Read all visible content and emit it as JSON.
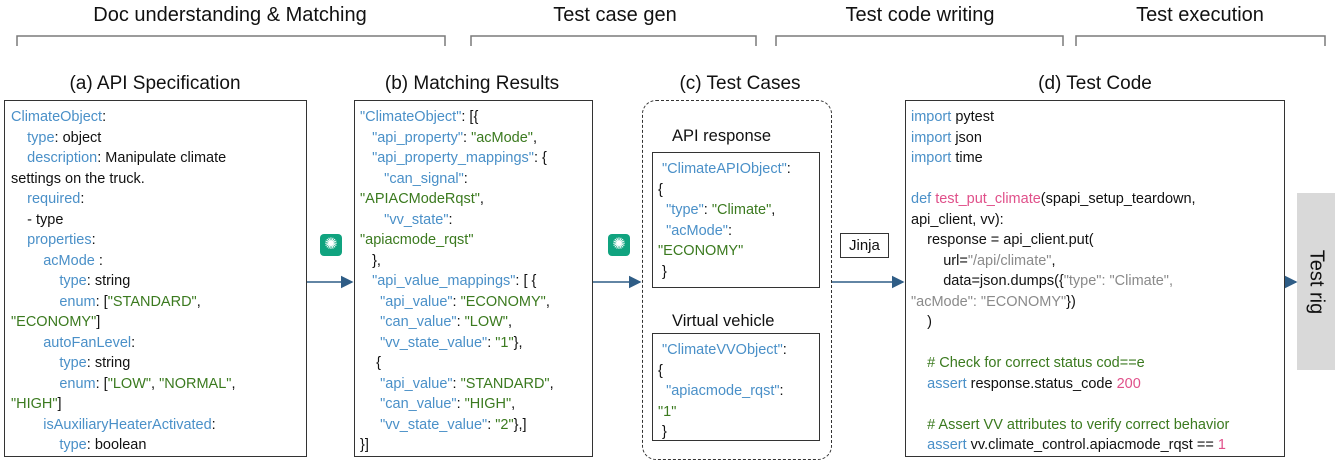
{
  "stages": {
    "s1": "Doc understanding  &  Matching",
    "s2": "Test case gen",
    "s3": "Test code writing",
    "s4": "Test execution"
  },
  "panels": {
    "a": "(a) API Specification",
    "b": "(b) Matching Results",
    "c": "(c) Test Cases",
    "d": "(d) Test Code"
  },
  "test_cases": {
    "api_response": "API response",
    "virtual_vehicle": "Virtual vehicle"
  },
  "jinja": "Jinja",
  "test_rig": "Test rig",
  "icons": {
    "llm": "chatgpt-icon"
  },
  "colors": {
    "key": "#4a90c8",
    "string": "#3b7a1f",
    "function": "#e0508a"
  }
}
